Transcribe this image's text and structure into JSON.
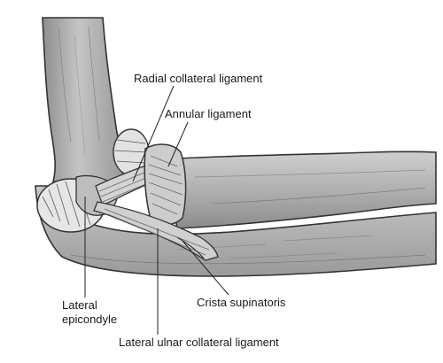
{
  "labels": {
    "radial_collateral": "Radial collateral ligament",
    "annular": "Annular ligament",
    "lateral_epicondyle": [
      "Lateral",
      "epicondyle"
    ],
    "crista_supinatoris": "Crista supinatoris",
    "lateral_ulnar_collateral": "Lateral ulnar collateral ligament"
  },
  "colors": {
    "humerus": "#a9a9a9",
    "humerus_light": "#d2d2d2",
    "forearm": "#b3b3b3",
    "forearm_dark": "#8a8a8a",
    "ligament": "#cfcfcf",
    "outline": "#333333",
    "cartilage": "#e4e4e4"
  }
}
